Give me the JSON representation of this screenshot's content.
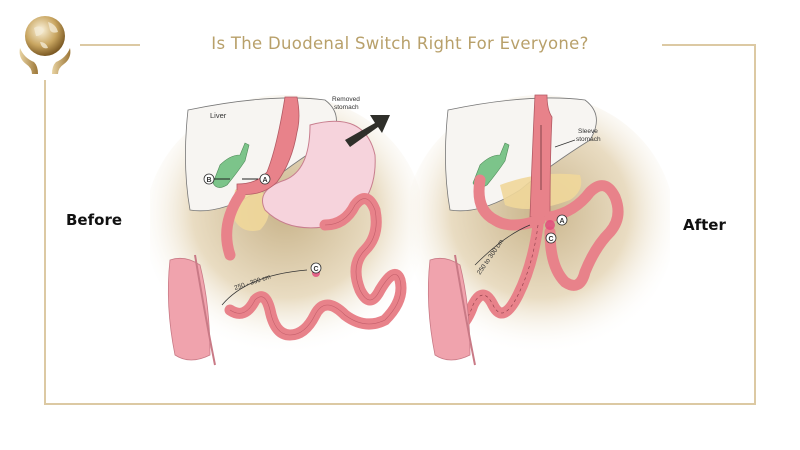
{
  "header": {
    "title": "Is The Duodenal Switch Right For Everyone?",
    "logo_icon": "globe-in-hands-icon"
  },
  "labels": {
    "before": "Before",
    "after": "After"
  },
  "before_diagram": {
    "liver_label": "Liver",
    "removed_label_line1": "Removed",
    "removed_label_line2": "stomach",
    "marker_a": "A",
    "marker_b": "B",
    "marker_c": "C",
    "length_label": "250 - 300 cm"
  },
  "after_diagram": {
    "sleeve_label_line1": "Sleeve",
    "sleeve_label_line2": "stomach",
    "marker_a": "A",
    "marker_c": "C",
    "length_label": "250 to 300 cm"
  },
  "colors": {
    "accent_gold": "#b8a06a",
    "frame_line": "#dcc9a3",
    "tissue_pink": "#e8828a",
    "removed_stomach": "#f6d3dc",
    "gallbladder_green": "#7cc48a",
    "pancreas_yellow": "#efd79a"
  }
}
